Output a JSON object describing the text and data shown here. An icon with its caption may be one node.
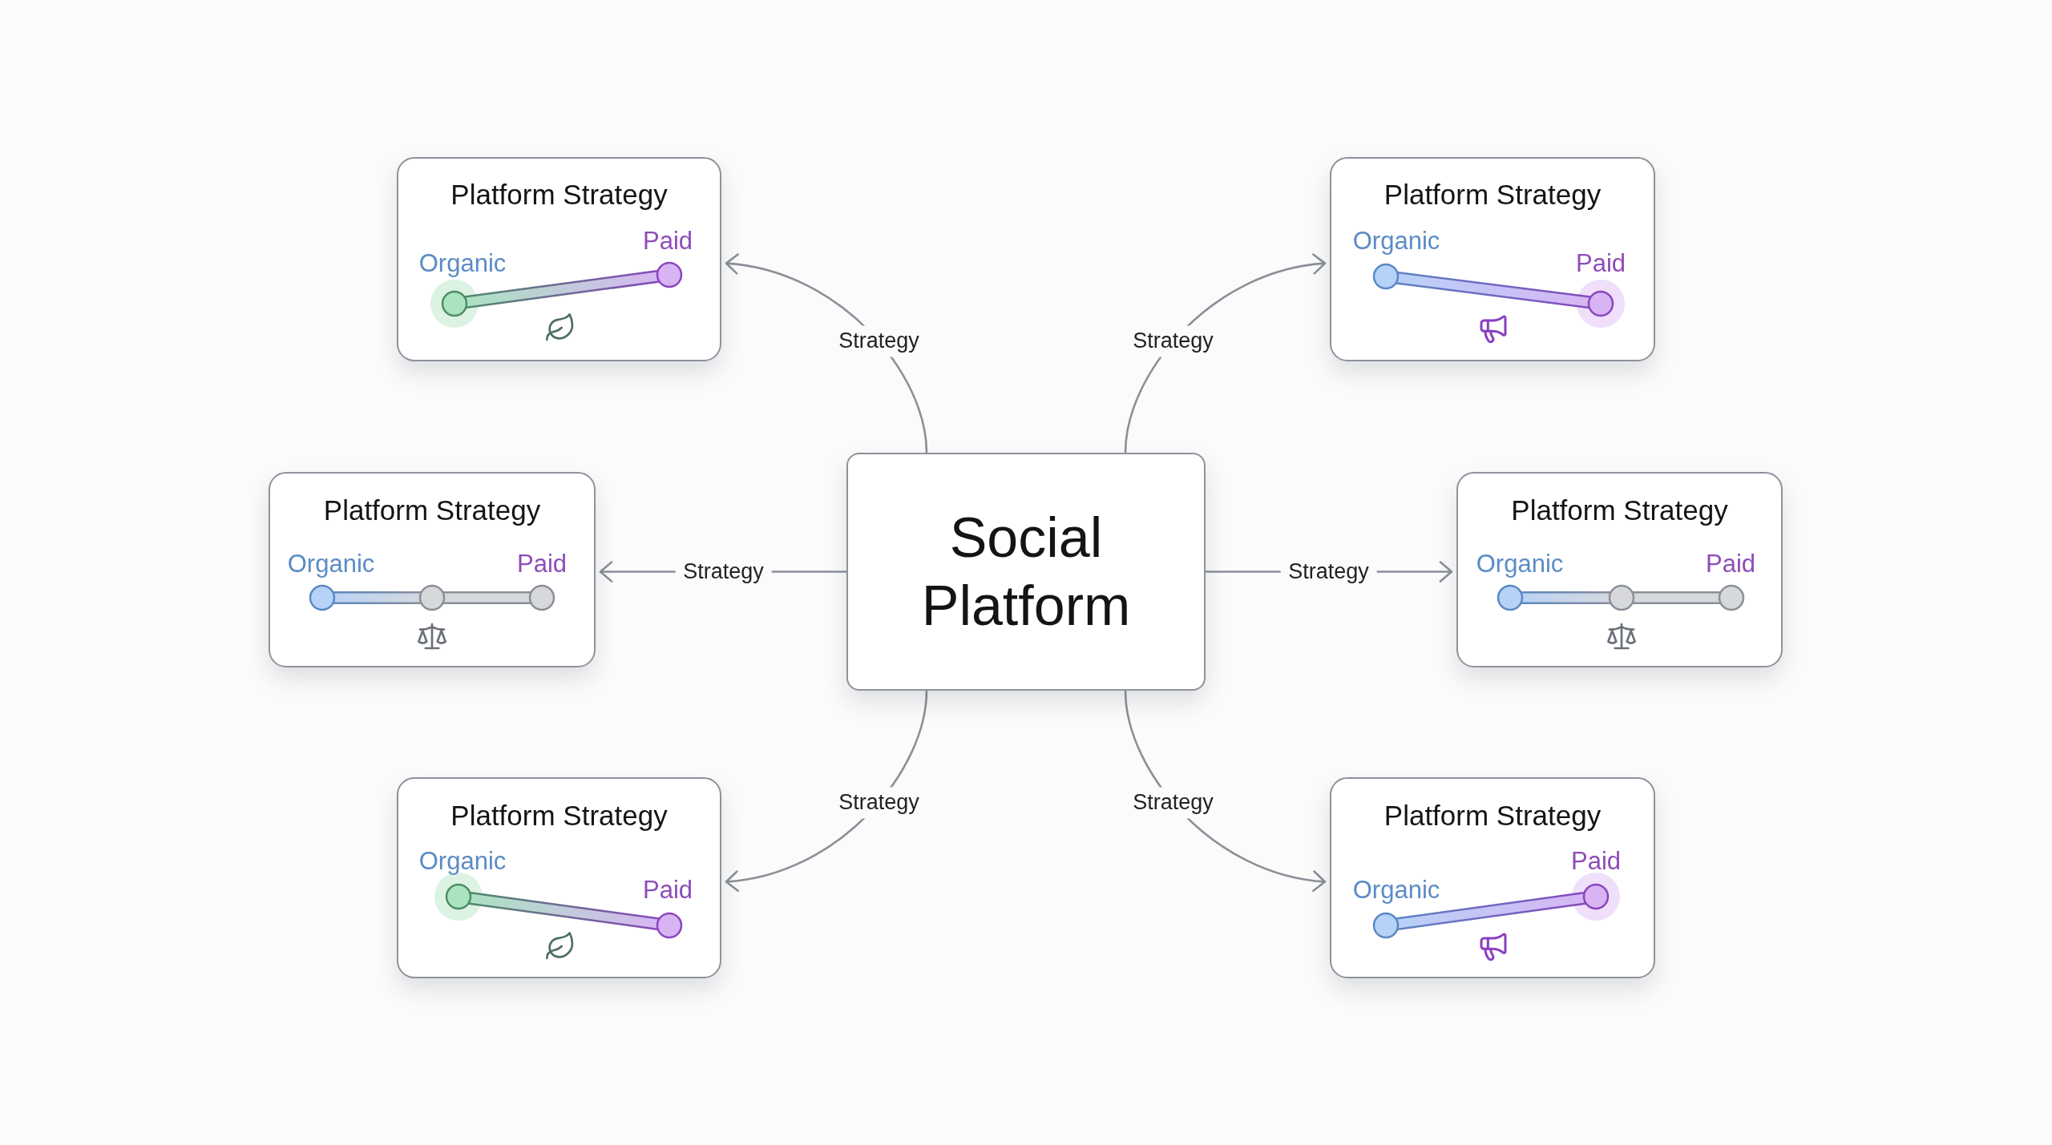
{
  "diagram": {
    "nodes": [
      {
        "text": [
          "Platform Strategy",
          "Organic",
          "Paid"
        ]
      },
      {
        "text": [
          "Platform Strategy",
          "Organic",
          "Paid"
        ]
      },
      {
        "text": [
          "Platform Strategy",
          "Organic",
          "Paid"
        ]
      },
      {
        "text": [
          "Social Platform"
        ]
      },
      {
        "text": [
          "Platform Strategy",
          "Organic",
          "Paid"
        ]
      },
      {
        "text": [
          "Platform Strategy",
          "Organic",
          "Paid"
        ]
      },
      {
        "text": [
          "Platform Strategy",
          "Organic",
          "Paid"
        ]
      }
    ],
    "edges": [
      {
        "from": 3,
        "to": 0,
        "arrow": "to",
        "label": "Strategy"
      },
      {
        "from": 3,
        "to": 1,
        "arrow": "to",
        "label": "Strategy"
      },
      {
        "from": 3,
        "to": 2,
        "arrow": "to",
        "label": "Strategy"
      },
      {
        "from": 3,
        "to": 4,
        "arrow": "to",
        "label": "Strategy"
      },
      {
        "from": 3,
        "to": 5,
        "arrow": "to",
        "label": "Strategy"
      },
      {
        "from": 3,
        "to": 6,
        "arrow": "to",
        "label": "Strategy"
      }
    ]
  }
}
